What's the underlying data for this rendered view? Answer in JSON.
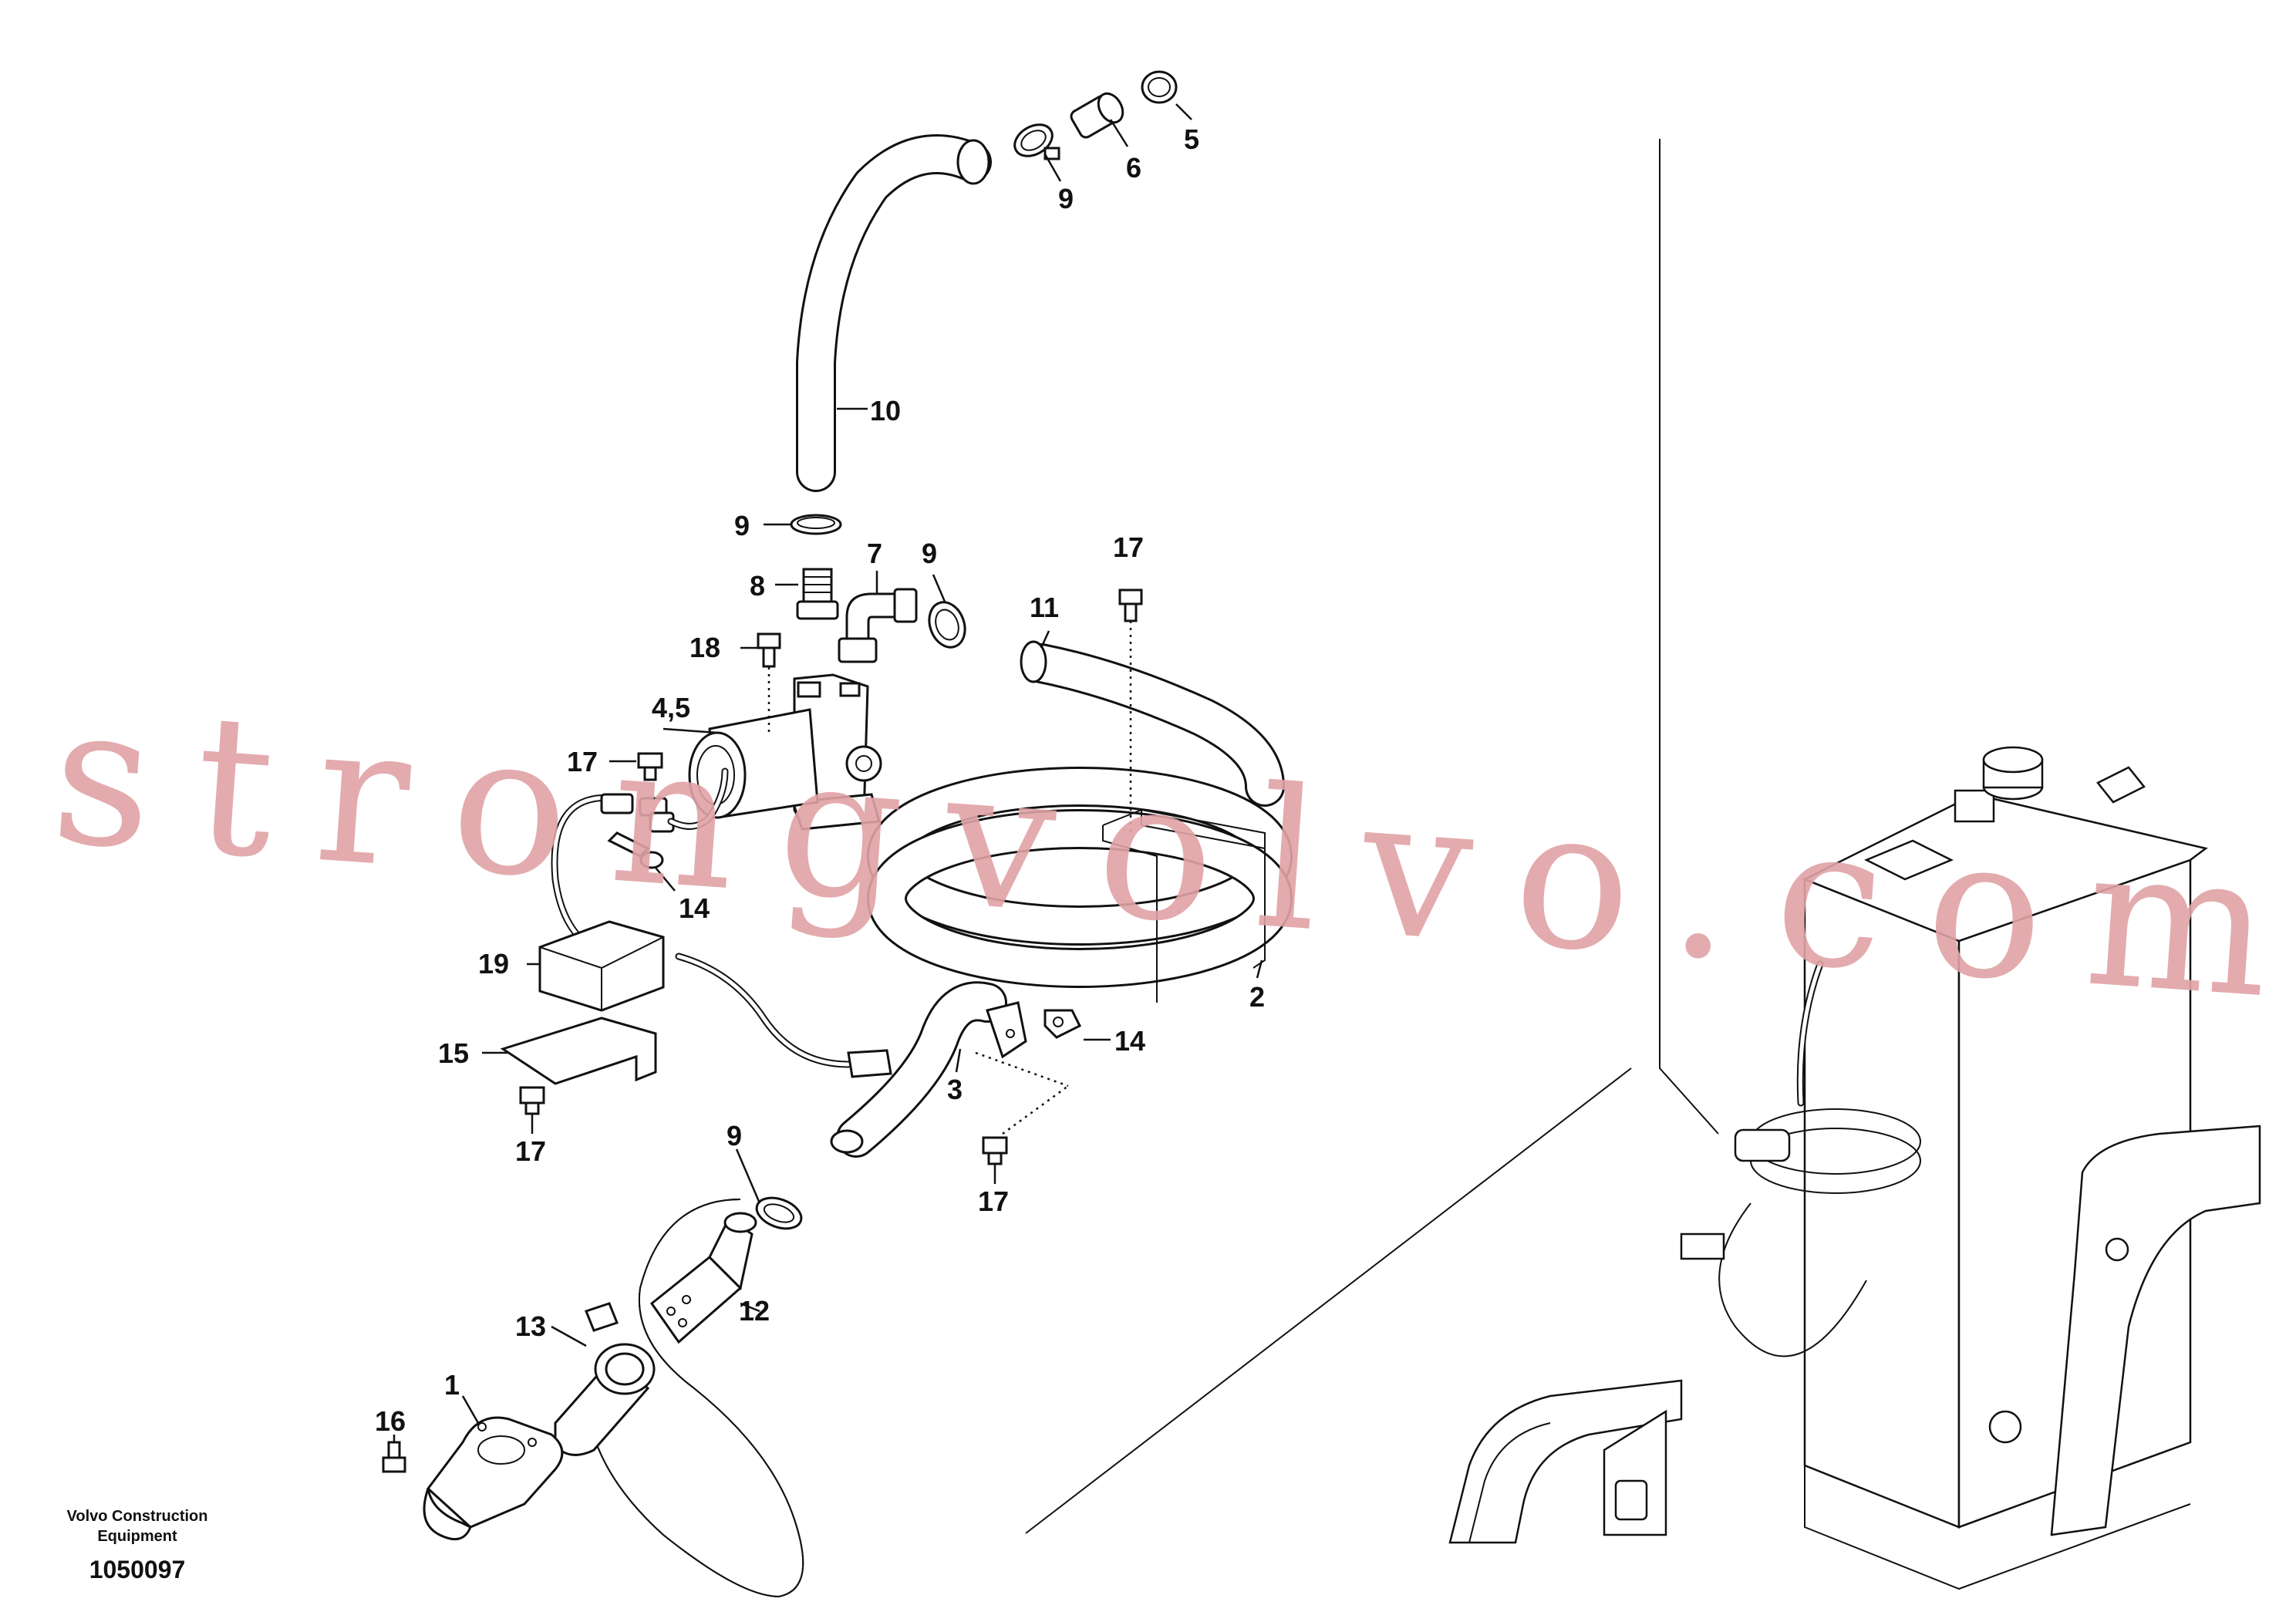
{
  "callouts": {
    "c5": "5",
    "c6": "6",
    "c9a": "9",
    "c10": "10",
    "c9b": "9",
    "c7": "7",
    "c9c": "9",
    "c8": "8",
    "c17a": "17",
    "c11": "11",
    "c18": "18",
    "c45": "4,5",
    "c17b": "17",
    "c14a": "14",
    "c19": "19",
    "c2": "2",
    "c15": "15",
    "c14b": "14",
    "c3": "3",
    "c17c": "17",
    "c9d": "9",
    "c17d": "17",
    "c12": "12",
    "c13": "13",
    "c1": "1",
    "c16": "16"
  },
  "caption": {
    "line1": "Volvo Construction",
    "line2": "Equipment",
    "drawing_number": "1050097"
  },
  "watermark": "strongvolvo.com",
  "colors": {
    "watermark": "#e0a3a6",
    "ink": "#111111",
    "background": "#ffffff"
  }
}
